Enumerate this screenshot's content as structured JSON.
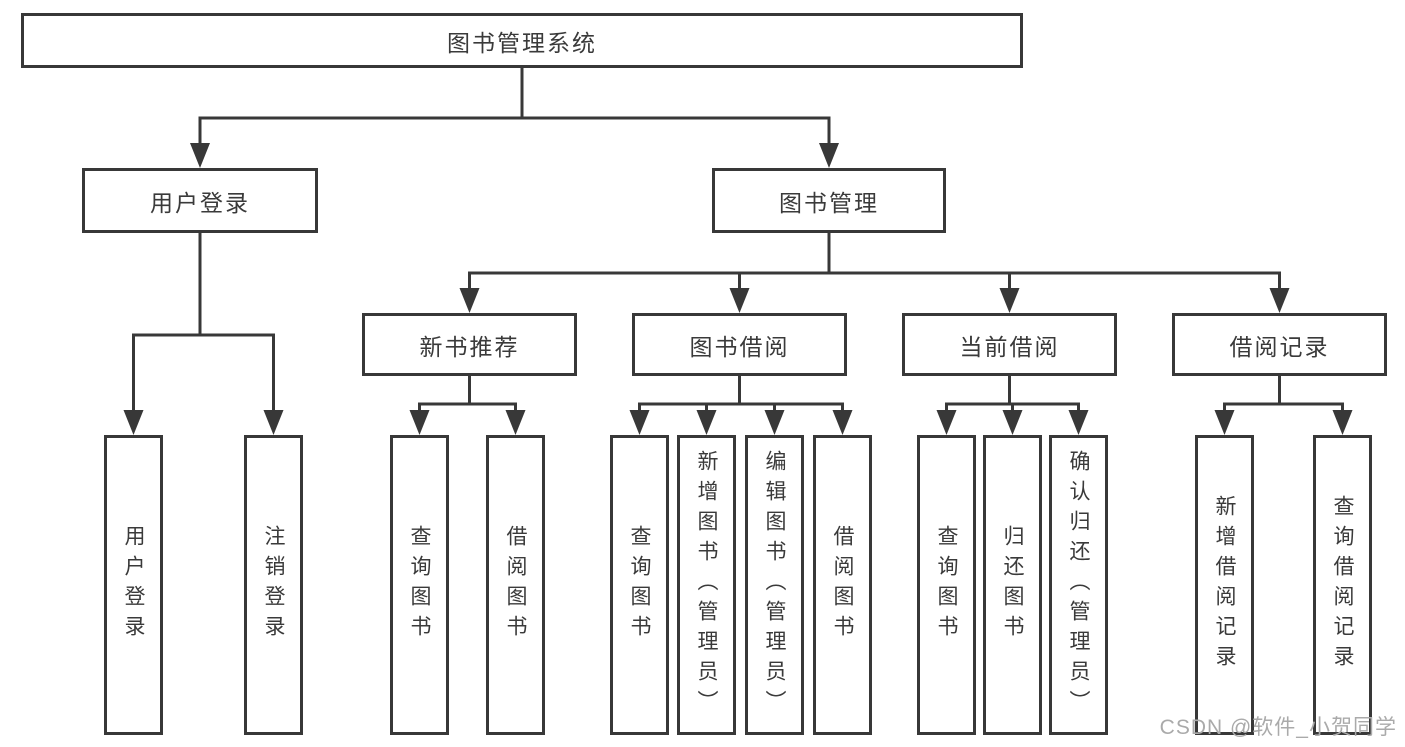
{
  "tree": {
    "root": {
      "label": "图书管理系统"
    },
    "user_login": {
      "label": "用户登录",
      "children": [
        {
          "label": "用户登录"
        },
        {
          "label": "注销登录"
        }
      ]
    },
    "book_mgmt": {
      "label": "图书管理",
      "groups": [
        {
          "label": "新书推荐",
          "children": [
            {
              "label": "查询图书"
            },
            {
              "label": "借阅图书"
            }
          ]
        },
        {
          "label": "图书借阅",
          "children": [
            {
              "label": "查询图书"
            },
            {
              "label": "新增图书（管理员）"
            },
            {
              "label": "编辑图书（管理员）"
            },
            {
              "label": "借阅图书"
            }
          ]
        },
        {
          "label": "当前借阅",
          "children": [
            {
              "label": "查询图书"
            },
            {
              "label": "归还图书"
            },
            {
              "label": "确认归还（管理员）"
            }
          ]
        },
        {
          "label": "借阅记录",
          "children": [
            {
              "label": "新增借阅记录"
            },
            {
              "label": "查询借阅记录"
            }
          ]
        }
      ]
    }
  },
  "watermark": {
    "text": "CSDN @软件_小贺同学"
  },
  "colors": {
    "line": "#383838",
    "box_border": "#383838",
    "text": "#3a3a3a",
    "watermark": "#aaaaaa",
    "background": "#ffffff"
  }
}
